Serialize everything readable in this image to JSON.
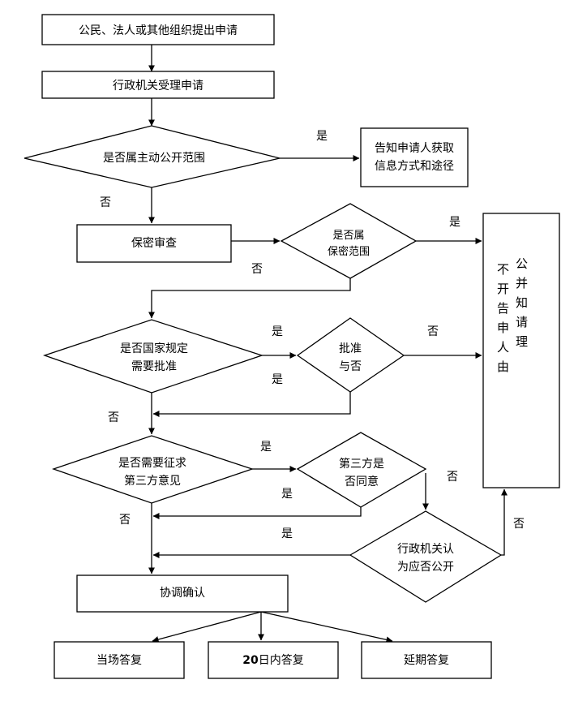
{
  "nodes": {
    "apply": "公民、法人或其他组织提出申请",
    "accept": "行政机关受理申请",
    "public_scope_q": "是否属主动公开范围",
    "inform_access": [
      "告知申请人获取",
      "信息方式和途径"
    ],
    "secrecy_review": "保密审查",
    "secret_scope_q": [
      "是否属",
      "保密范围"
    ],
    "national_approval_q": [
      "是否国家规定",
      "需要批准"
    ],
    "approved_q": [
      "批准",
      "与否"
    ],
    "third_party_q": [
      "是否需要征求",
      "第三方意见"
    ],
    "third_party_agree_q": [
      "第三方是",
      "否同意"
    ],
    "agency_public_q": [
      "行政机关认",
      "为应否公开"
    ],
    "no_disclose": {
      "col1": [
        "不",
        "开",
        "告",
        "申",
        "人",
        "由"
      ],
      "col2": [
        "公",
        "并",
        "知",
        "请",
        "理"
      ]
    },
    "coordinate": "协调确认",
    "reply_now": "当场答复",
    "reply_20_num": "20",
    "reply_20_text": "日内答复",
    "reply_later": "延期答复"
  },
  "labels": {
    "yes": "是",
    "no": "否"
  }
}
